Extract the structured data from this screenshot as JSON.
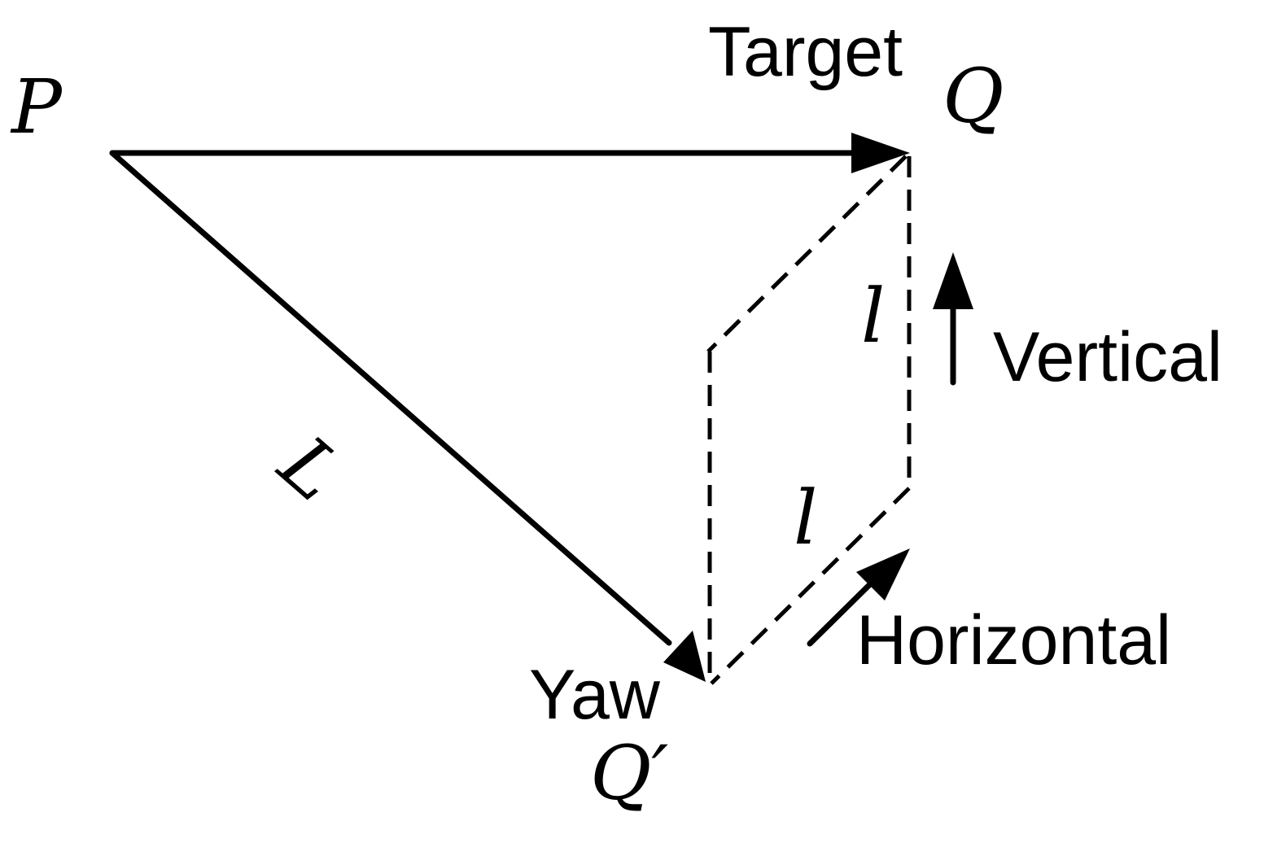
{
  "labels": {
    "point_p": "P",
    "point_q": "Q",
    "point_q_prime": "Q′",
    "target": "Target",
    "yaw": "Yaw",
    "length_big": "L",
    "length_small_vertical": "l",
    "length_small_horizontal": "l",
    "vertical": "Vertical",
    "horizontal": "Horizontal"
  },
  "colors": {
    "stroke": "#000000",
    "background": "#ffffff"
  }
}
